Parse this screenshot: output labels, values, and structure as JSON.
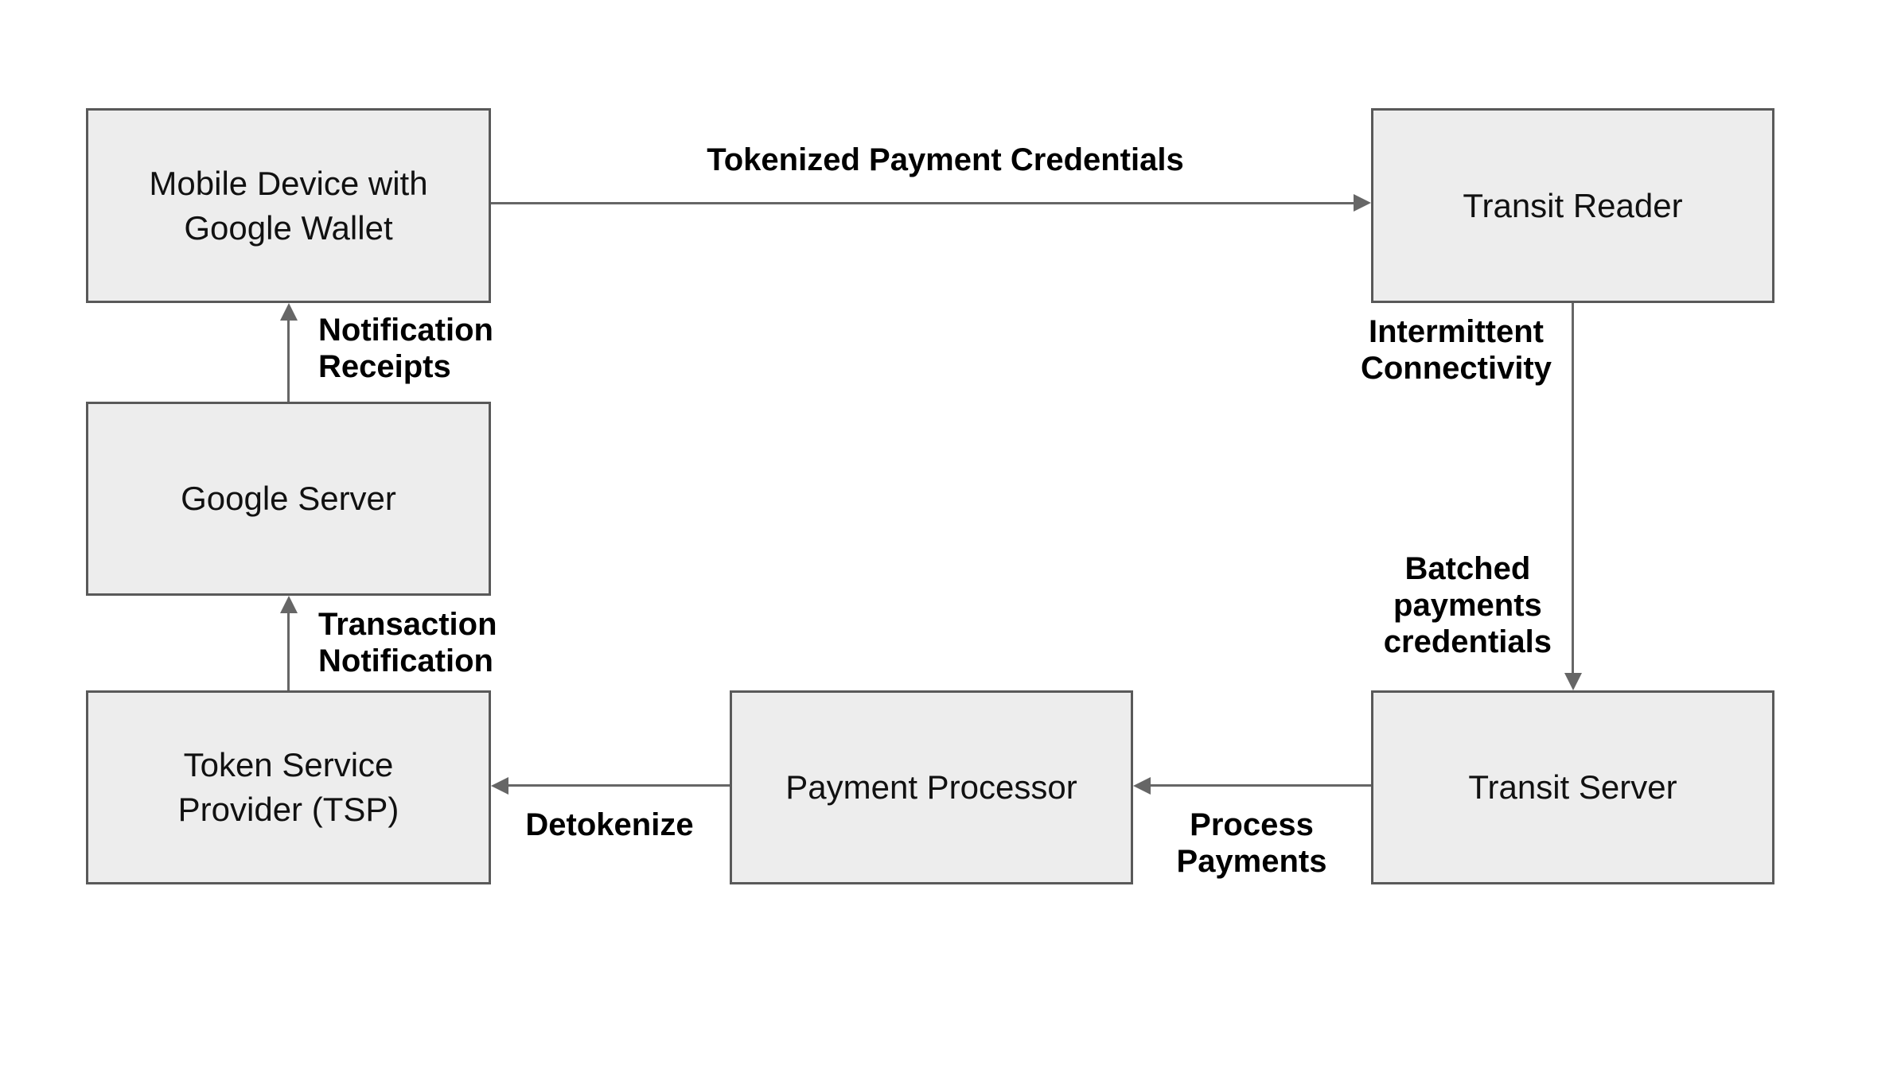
{
  "colors": {
    "background": "#ffffff",
    "node_fill": "#ededed",
    "node_border": "#595959",
    "connector": "#666666",
    "node_text": "#111111",
    "label_text": "#000000"
  },
  "nodes": {
    "mobile_device": {
      "lines": [
        "Mobile Device with",
        "Google Wallet"
      ]
    },
    "transit_reader": {
      "lines": [
        "Transit Reader"
      ]
    },
    "google_server": {
      "lines": [
        "Google Server"
      ]
    },
    "tsp": {
      "lines": [
        "Token Service",
        "Provider (TSP)"
      ]
    },
    "payment_processor": {
      "lines": [
        "Payment Processor"
      ]
    },
    "transit_server": {
      "lines": [
        "Transit Server"
      ]
    }
  },
  "edges": {
    "tokenized": {
      "lines": [
        "Tokenized Payment Credentials"
      ]
    },
    "notification_receipts": {
      "lines": [
        "Notification",
        "Receipts"
      ]
    },
    "transaction_notification": {
      "lines": [
        "Transaction",
        "Notification"
      ]
    },
    "intermittent_connectivity": {
      "lines": [
        "Intermittent",
        "Connectivity"
      ]
    },
    "batched_payments": {
      "lines": [
        "Batched",
        "payments",
        "credentials"
      ]
    },
    "process_payments": {
      "lines": [
        "Process",
        "Payments"
      ]
    },
    "detokenize": {
      "lines": [
        "Detokenize"
      ]
    }
  }
}
